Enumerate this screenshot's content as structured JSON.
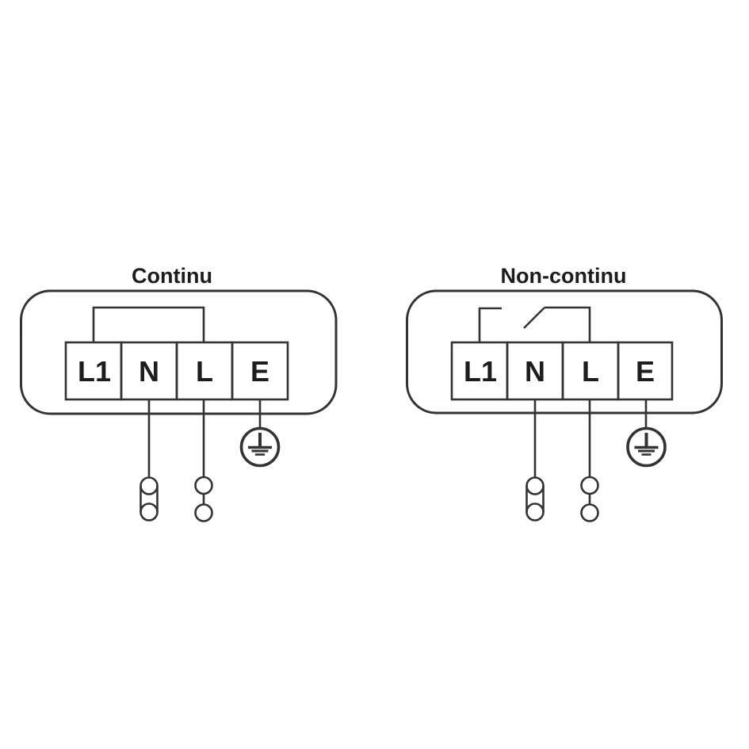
{
  "colors": {
    "line": "#333333",
    "text": "#1d1d1d",
    "background": "#ffffff"
  },
  "diagrams": [
    {
      "id": "continu",
      "title": "Continu",
      "terminals": [
        "L1",
        "N",
        "L",
        "E"
      ]
    },
    {
      "id": "non-continu",
      "title": "Non-continu",
      "terminals": [
        "L1",
        "N",
        "L",
        "E"
      ]
    }
  ]
}
